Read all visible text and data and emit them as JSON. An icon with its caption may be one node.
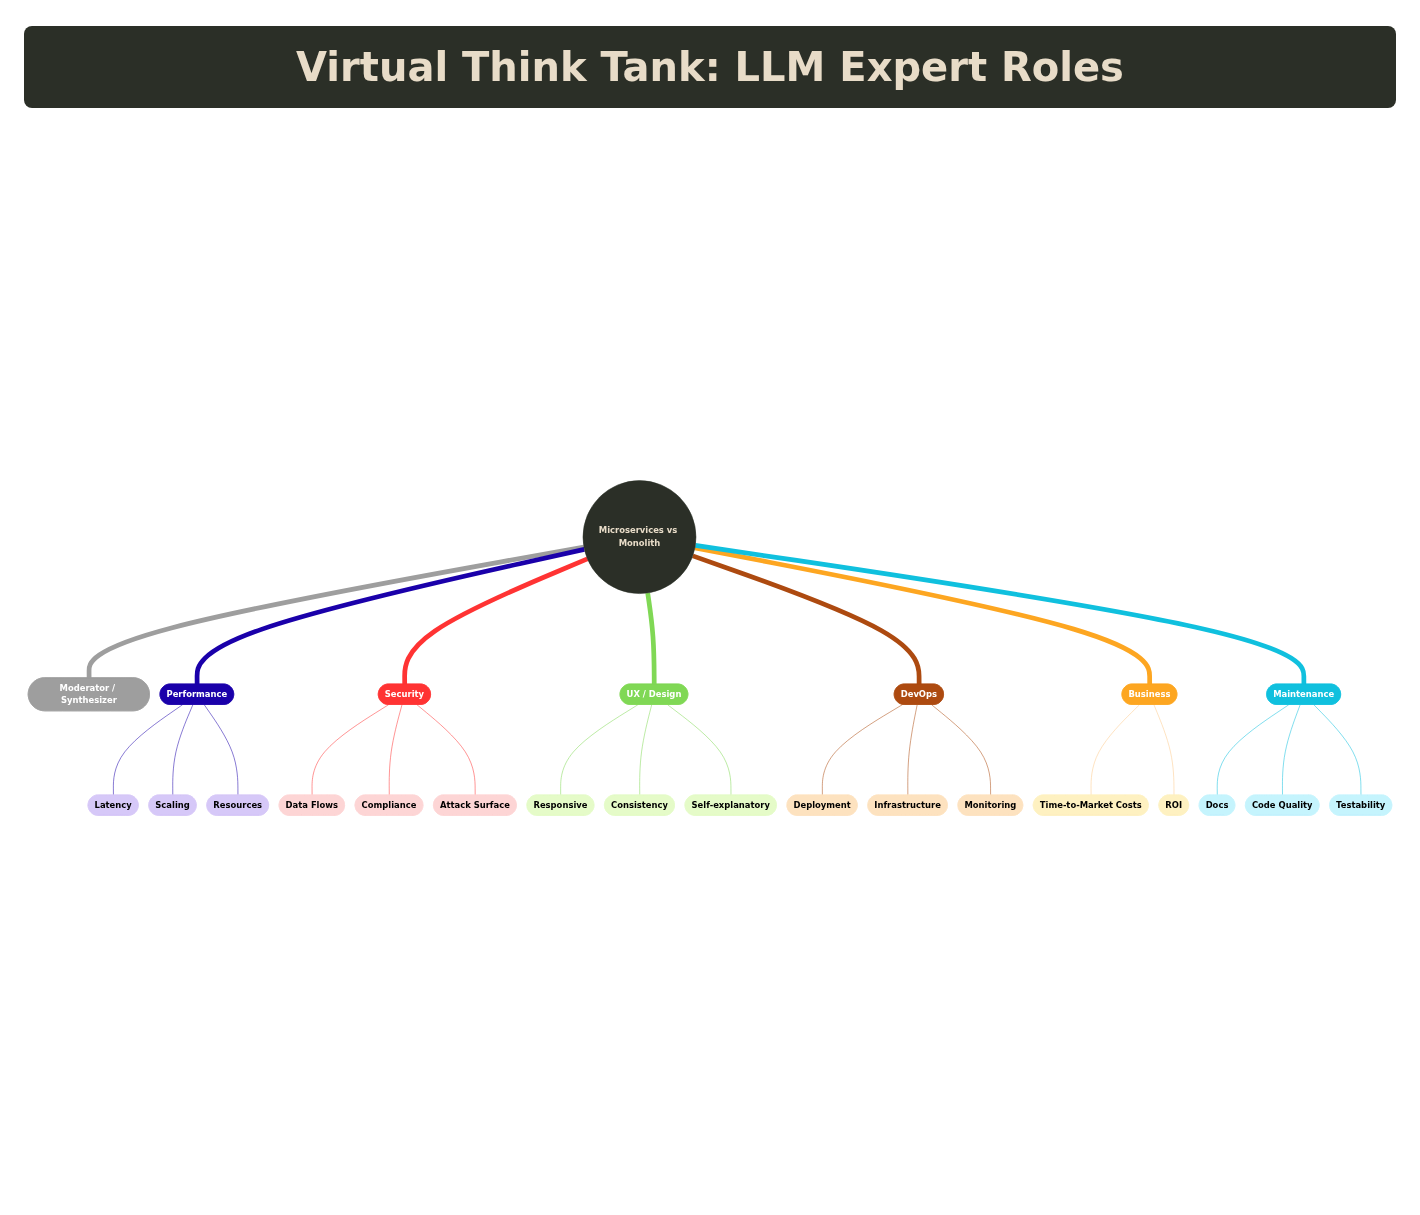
{
  "diagram": {
    "title": "Virtual Think Tank: LLM Expert Roles",
    "nodes": [
      {
        "text": [
          "Microservices vs Monolith"
        ]
      },
      {
        "text": [
          "Moderator / Synthesizer"
        ]
      },
      {
        "text": [
          "Performance"
        ]
      },
      {
        "text": [
          "Latency"
        ]
      },
      {
        "text": [
          "Scaling"
        ]
      },
      {
        "text": [
          "Resources"
        ]
      },
      {
        "text": [
          "Security"
        ]
      },
      {
        "text": [
          "Data Flows"
        ]
      },
      {
        "text": [
          "Compliance"
        ]
      },
      {
        "text": [
          "Attack Surface"
        ]
      },
      {
        "text": [
          "UX / Design"
        ]
      },
      {
        "text": [
          "Responsive"
        ]
      },
      {
        "text": [
          "Consistency"
        ]
      },
      {
        "text": [
          "Self-explanatory"
        ]
      },
      {
        "text": [
          "DevOps"
        ]
      },
      {
        "text": [
          "Deployment"
        ]
      },
      {
        "text": [
          "Infrastructure"
        ]
      },
      {
        "text": [
          "Monitoring"
        ]
      },
      {
        "text": [
          "Business"
        ]
      },
      {
        "text": [
          "Time-to-Market Costs"
        ]
      },
      {
        "text": [
          "ROI"
        ]
      },
      {
        "text": [
          "Maintenance"
        ]
      },
      {
        "text": [
          "Docs"
        ]
      },
      {
        "text": [
          "Code Quality"
        ]
      },
      {
        "text": [
          "Testability"
        ]
      }
    ],
    "edges": [
      {
        "from": 0,
        "to": 1,
        "arrow": "none",
        "style": "thick",
        "color": "#9e9e9e"
      },
      {
        "from": 0,
        "to": 2,
        "arrow": "none",
        "style": "thick",
        "color": "#1a00aa"
      },
      {
        "from": 2,
        "to": 3,
        "arrow": "none",
        "color": "#1a00aa"
      },
      {
        "from": 2,
        "to": 4,
        "arrow": "none",
        "color": "#1a00aa"
      },
      {
        "from": 2,
        "to": 5,
        "arrow": "none",
        "color": "#1a00aa"
      },
      {
        "from": 0,
        "to": 6,
        "arrow": "none",
        "style": "thick",
        "color": "#ff3333"
      },
      {
        "from": 6,
        "to": 7,
        "arrow": "none",
        "color": "#ff3333"
      },
      {
        "from": 6,
        "to": 8,
        "arrow": "none",
        "color": "#ff3333"
      },
      {
        "from": 6,
        "to": 9,
        "arrow": "none",
        "color": "#ff3333"
      },
      {
        "from": 0,
        "to": 10,
        "arrow": "none",
        "style": "thick",
        "color": "#80d855"
      },
      {
        "from": 10,
        "to": 11,
        "arrow": "none",
        "color": "#80d855"
      },
      {
        "from": 10,
        "to": 12,
        "arrow": "none",
        "color": "#80d855"
      },
      {
        "from": 10,
        "to": 13,
        "arrow": "none",
        "color": "#80d855"
      },
      {
        "from": 0,
        "to": 14,
        "arrow": "none",
        "style": "thick",
        "color": "#ad4a10"
      },
      {
        "from": 14,
        "to": 15,
        "arrow": "none",
        "color": "#ad4a10"
      },
      {
        "from": 14,
        "to": 16,
        "arrow": "none",
        "color": "#ad4a10"
      },
      {
        "from": 14,
        "to": 17,
        "arrow": "none",
        "color": "#ad4a10"
      },
      {
        "from": 0,
        "to": 18,
        "arrow": "none",
        "style": "thick",
        "color": "#fda621"
      },
      {
        "from": 18,
        "to": 19,
        "arrow": "none",
        "color": "#fdc98a"
      },
      {
        "from": 18,
        "to": 20,
        "arrow": "none",
        "color": "#fdc98a"
      },
      {
        "from": 0,
        "to": 21,
        "arrow": "none",
        "style": "thick",
        "color": "#10c0de"
      },
      {
        "from": 21,
        "to": 22,
        "arrow": "none",
        "color": "#10c0de"
      },
      {
        "from": 21,
        "to": 23,
        "arrow": "none",
        "color": "#10c0de"
      },
      {
        "from": 21,
        "to": 24,
        "arrow": "none",
        "color": "#10c0de"
      }
    ]
  }
}
